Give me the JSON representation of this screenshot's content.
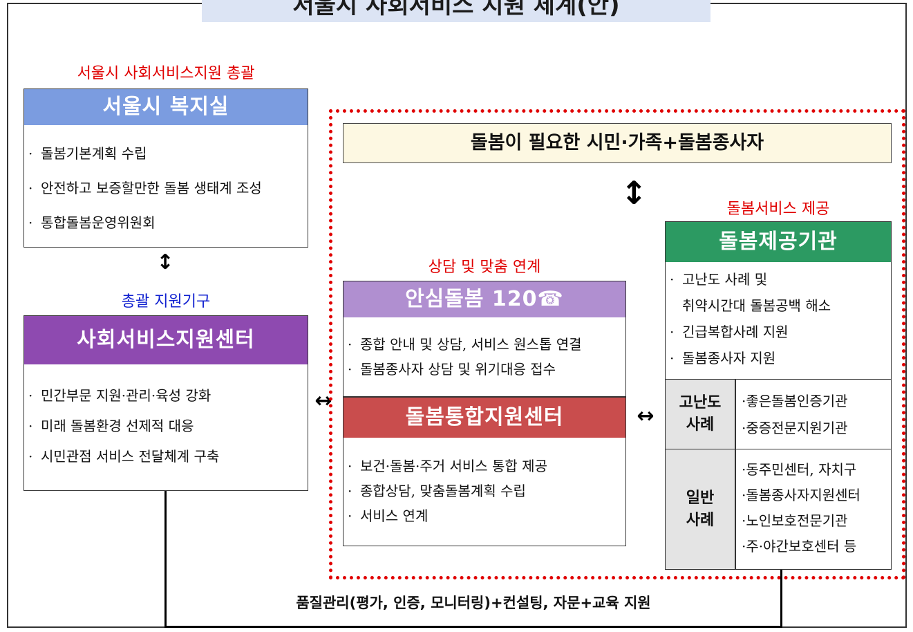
{
  "title": "서울시 사회서비스 지원 체계(안)",
  "left": {
    "top_label": "서울시 사회서비스지원 총괄",
    "welfare_office": {
      "header": "서울시 복지실",
      "items": [
        "돌봄기본계획 수립",
        "안전하고 보증할만한 돌봄 생태계 조성",
        "통합돌봄운영위원회"
      ]
    },
    "support_label": "총괄 지원기구",
    "social_center": {
      "header": "사회서비스지원센터",
      "items": [
        "민간부문 지원·관리·육성 강화",
        "미래 돌봄환경 선제적 대응",
        "시민관점 서비스 전달체계 구축"
      ]
    }
  },
  "citizens": "돌봄이 필요한 시민·가족+돌봄종사자",
  "middle": {
    "label": "상담 및 맞춤 연계",
    "hotline": {
      "header": "안심돌봄 120☎",
      "items": [
        "종합 안내 및 상담, 서비스 원스톱 연결",
        "돌봄종사자 상담 및 위기대응 접수"
      ]
    },
    "integrated": {
      "header": "돌봄통합지원센터",
      "items": [
        "보건·돌봄·주거 서비스 통합 제공",
        "종합상담, 맞춤돌봄계획 수립",
        "서비스 연계"
      ]
    }
  },
  "right": {
    "label": "돌봄서비스 제공",
    "provider": {
      "header": "돌봄제공기관",
      "items": [
        "고난도 사례 및",
        "취약시간대 돌봄공백 해소",
        "긴급복합사례 지원",
        "돌봄종사자 지원"
      ],
      "hard_cases": {
        "label_1": "고난도",
        "label_2": "사례",
        "items": [
          "·좋은돌봄인증기관",
          "·중증전문지원기관"
        ]
      },
      "general_cases": {
        "label_1": "일반",
        "label_2": "사례",
        "items": [
          "·동주민센터, 자치구",
          "·돌봄종사자지원센터",
          "·노인보호전문기관",
          "·주·야간보호센터 등"
        ]
      }
    }
  },
  "bottom": "품질관리(평가, 인증, 모니터링)+컨설팅, 자문+교육 지원",
  "colors": {
    "welfare_header": "#7b9ce0",
    "social_header": "#8e4ab0",
    "hotline_header": "#b08fd0",
    "integrated_header": "#c94d4d",
    "provider_header": "#2c9a62",
    "accent_red": "#e00000",
    "accent_blue": "#1020d0"
  }
}
